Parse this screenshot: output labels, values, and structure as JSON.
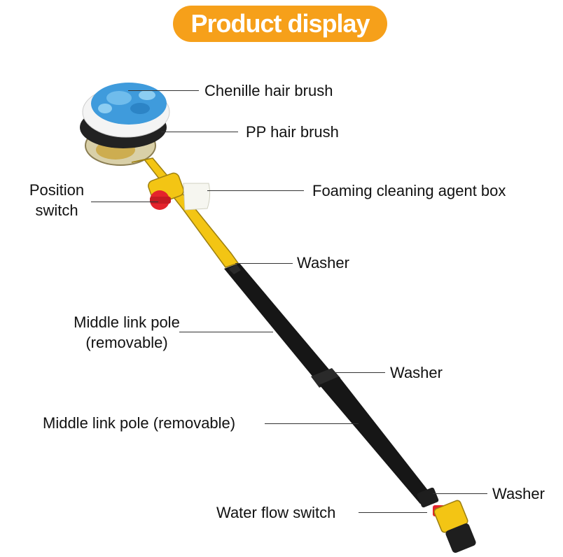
{
  "title": "Product display",
  "colors": {
    "title_pill": "#f6a01a",
    "yellow_part": "#f3c514",
    "black_pole": "#161616",
    "red_switch": "#e4232c",
    "chenille_blue": "#3f9bdc",
    "bristle_white": "#f4f4f4"
  },
  "labels": {
    "chenille": "Chenille hair brush",
    "pp": "PP hair brush",
    "foaming": "Foaming cleaning agent box",
    "position_line1": "Position",
    "position_line2": "switch",
    "washer_1": "Washer",
    "middle_pole_1_line1": "Middle link pole",
    "middle_pole_1_line2": "(removable)",
    "washer_2": "Washer",
    "middle_pole_2": "Middle link pole (removable)",
    "washer_3": "Washer",
    "water_flow": "Water flow switch"
  }
}
